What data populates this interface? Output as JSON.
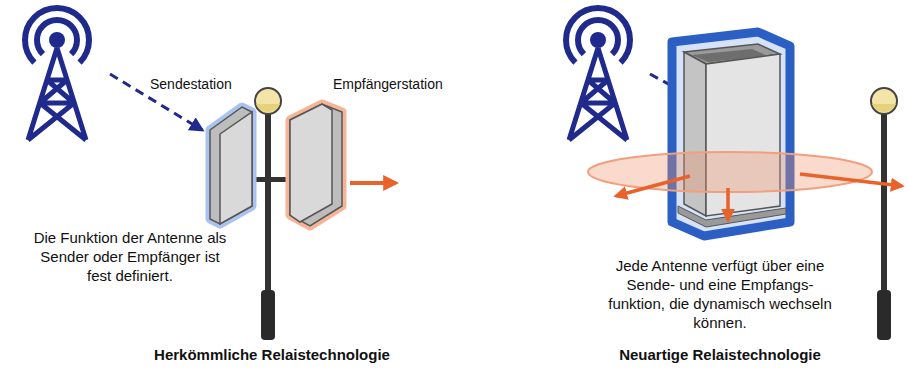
{
  "diagram": {
    "nodes": [
      {
        "text": [
          "Sendestation"
        ]
      },
      {
        "text": [
          "Empfängerstation"
        ]
      }
    ],
    "labels": [
      "Die Funktion der Antenne als Sender oder Empfänger ist fest definiert.",
      "Herkömmliche Relaistechnologie",
      "Jede Antenne verfügt über eine Sende- und eine Empfangs- funktion, die dynamisch wechseln können.",
      "Neuartige Relaistechnologie"
    ]
  }
}
